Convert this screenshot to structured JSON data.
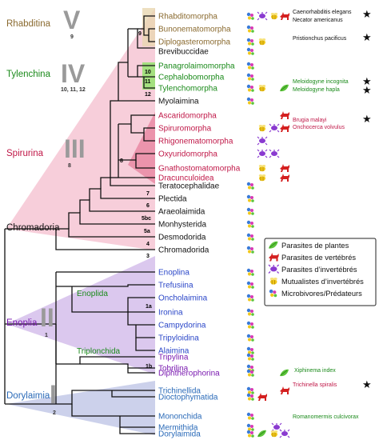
{
  "colors": {
    "rhabditina": "#8a6a2f",
    "tylenchina": "#1a8a1a",
    "spirurina": "#c01848",
    "enoplia": "#7a1ab0",
    "dorylaimia": "#2a6ab8",
    "chromadoria": "#111111",
    "pink_fill": "#f6c6d4",
    "pink_deep": "#e9879f",
    "purple_fill": "#d7c2ec",
    "blue_fill": "#c6cce9",
    "green_box": "#9fe07a",
    "roman": "#9a9a9a"
  },
  "clades": {
    "rhabditina": "Rhabditina",
    "tylenchina": "Tylenchina",
    "spirurina": "Spirurina",
    "chromadoria": "Chromadoria",
    "enoplia": "Enoplia",
    "dorylaimia": "Dorylaimia",
    "enoplida": "Enoplida",
    "triplonchida": "Triplonchida"
  },
  "romans": {
    "v": "V",
    "v_sub": "9",
    "iv": "IV",
    "iv_sub": "10, 11, 12",
    "iii": "III",
    "iii_sub": "8",
    "ii": "II",
    "ii_sub": "1",
    "i": "I",
    "i_sub": "2"
  },
  "node_numbers": {
    "n9": "9",
    "n10": "10",
    "n11": "11",
    "n12": "12",
    "n8": "8",
    "n7": "7",
    "n6": "6",
    "n5bc": "5bc",
    "n5a": "5a",
    "n4": "4",
    "n3": "3",
    "n1a": "1a",
    "n1b": "1b"
  },
  "taxa": [
    "Rhabditomorpha",
    "Bunonematomorpha",
    "Diplogasteromorpha",
    "Brevibuccidae",
    "Panagrolaimomorpha",
    "Cephalobomorpha",
    "Tylenchomorpha",
    "Myolaimina",
    "Ascaridomorpha",
    "Spiruromorpha",
    "Rhigonematomorpha",
    "Oxyuridomorpha",
    "Gnathostomatomorpha",
    "Dracunculoidea",
    "Teratocephalidae",
    "Plectida",
    "Araeolaimida",
    "Monhysterida",
    "Desmodorida",
    "Chromadorida",
    "Enoplina",
    "Trefusiina",
    "Oncholaimina",
    "Ironina",
    "Campydorina",
    "Tripyloidina",
    "Alaimina",
    "Tripylina",
    "Tobrilina",
    "Diphtherophorina",
    "Trichinellida",
    "Dioctophymatida",
    "Mononchida",
    "Mermithida",
    "Dorylaimida"
  ],
  "species": {
    "celegans": "Caenorhabditis elegans",
    "namericanus": "Necator americanus",
    "ppacificus": "Pristionchus pacificus",
    "mincognita": "Meloidogyne incognita",
    "mhapla": "Meloidogyne hapla",
    "bmalayi": "Brugia malayi",
    "ovolvulus": "Onchocerca volvulus",
    "xindex": "Xiphinema index",
    "tspiralis": "Trichinella spiralis",
    "rculicivorax": "Romanomermis culcivorax"
  },
  "genome_marker": "★",
  "legend": [
    {
      "label": "Parasites de plantes",
      "icon": "leaf-icon",
      "color": "#5cc43a"
    },
    {
      "label": "Parasites de vertébrés",
      "icon": "wolf-icon",
      "color": "#d42020"
    },
    {
      "label": "Parasites d’invertébrés",
      "icon": "insect-icon",
      "color": "#8a3ad0"
    },
    {
      "label": "Mutualistes d’invertébrés",
      "icon": "bee-icon",
      "color": "#f2c81a"
    },
    {
      "label": "Microbivores/Prédateurs",
      "icon": "microbe-icon",
      "color": "#3a7ad8"
    }
  ]
}
